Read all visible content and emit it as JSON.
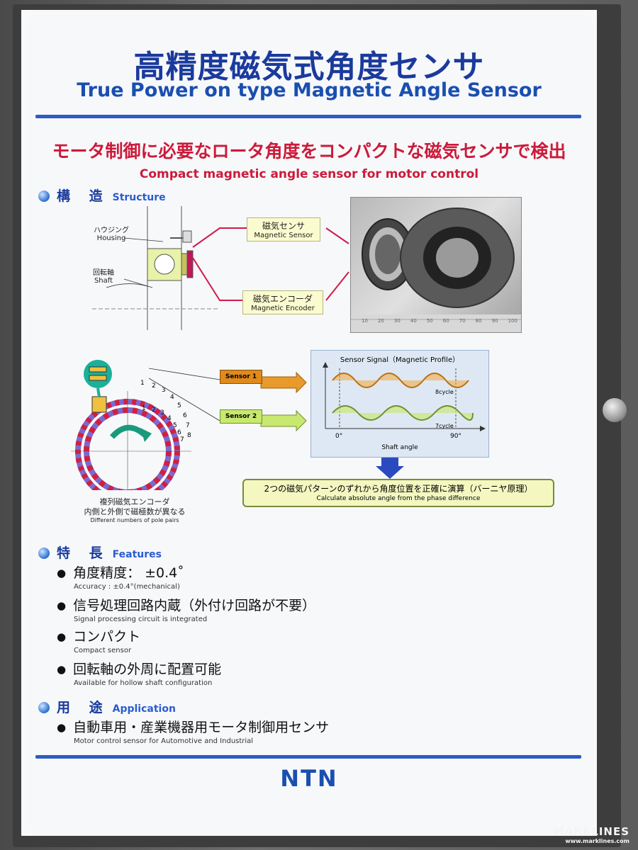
{
  "title": {
    "jp": "高精度磁気式角度センサ",
    "en": "True Power on type Magnetic Angle Sensor"
  },
  "subtitle": {
    "jp": "モータ制御に必要なロータ角度をコンパクトな磁気センサで検出",
    "en": "Compact magnetic angle sensor for motor control"
  },
  "structure": {
    "heading_jp": "構 造",
    "heading_en": "Structure",
    "housing_jp": "ハウジング",
    "housing_en": "Housing",
    "shaft_jp": "回転軸",
    "shaft_en": "Shaft",
    "sensor_jp": "磁気センサ",
    "sensor_en": "Magnetic Sensor",
    "encoder_jp": "磁気エンコーダ",
    "encoder_en": "Magnetic Encoder",
    "ruler_ticks": [
      "10",
      "20",
      "30",
      "40",
      "50",
      "60",
      "70",
      "80",
      "90",
      "100"
    ]
  },
  "principle": {
    "sensor1": "Sensor 1",
    "sensor2": "Sensor 2",
    "graph_title": "Sensor Signal（Magnetic Profile）",
    "cycle8": "8cycle",
    "cycle7": "7cycle",
    "x0": "0°",
    "x90": "90°",
    "xlabel": "Shaft angle",
    "ring_outer_nums": [
      "1",
      "2",
      "3",
      "4",
      "5",
      "6",
      "7",
      "8"
    ],
    "ring_inner_nums": [
      "1",
      "2",
      "3",
      "4",
      "5",
      "6",
      "7"
    ],
    "encoder_caption_jp1": "複列磁気エンコーダ",
    "encoder_caption_jp2": "内側と外側で磁極数が異なる",
    "encoder_caption_en": "Different numbers of pole pairs",
    "result_jp": "2つの磁気パターンのずれから角度位置を正確に演算（バーニヤ原理）",
    "result_en": "Calculate absolute angle from the phase difference"
  },
  "features": {
    "heading_jp": "特 長",
    "heading_en": "Features",
    "items": [
      {
        "jp": "角度精度： ±0.4˚",
        "en": "Accuracy : ±0.4°(mechanical)"
      },
      {
        "jp": "信号処理回路内蔵（外付け回路が不要）",
        "en": "Signal processing circuit is integrated"
      },
      {
        "jp": "コンパクト",
        "en": "Compact sensor"
      },
      {
        "jp": "回転軸の外周に配置可能",
        "en": "Available for hollow shaft configuration"
      }
    ]
  },
  "application": {
    "heading_jp": "用 途",
    "heading_en": "Application",
    "items": [
      {
        "jp": "自動車用・産業機器用モータ制御用センサ",
        "en": "Motor control sensor for Automotive and Industrial"
      }
    ]
  },
  "logo": "NTN",
  "watermark": {
    "name": "MARKLINES",
    "url": "www.marklines.com"
  },
  "colors": {
    "blue": "#1a3a9c",
    "red": "#cc1a3a",
    "orange": "#e08a1a",
    "green": "#a8d84a"
  }
}
